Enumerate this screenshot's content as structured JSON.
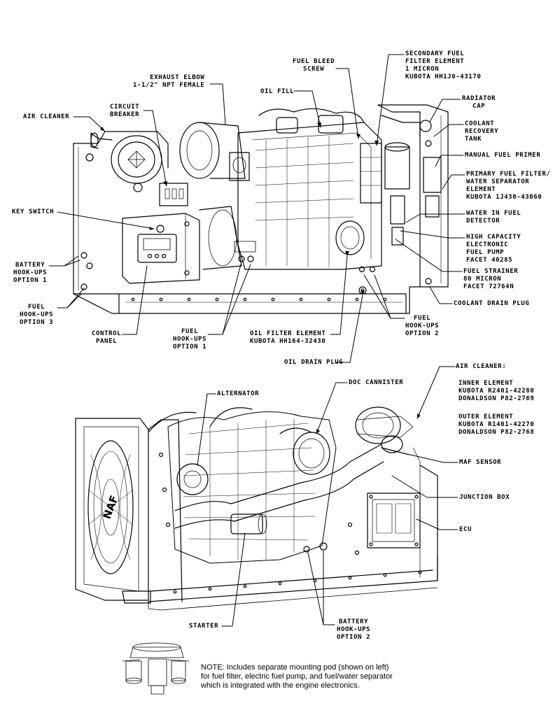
{
  "top_view": {
    "fuel_bleed_screw": [
      "FUEL BLEED",
      "SCREW"
    ],
    "secondary_fuel_filter": [
      "SECONDARY FUEL",
      "FILTER ELEMENT",
      "1 MICRON",
      "KUBOTA HH1J0-43170"
    ],
    "exhaust_elbow": [
      "EXHAUST ELBOW",
      "1-1/2\" NPT FEMALE"
    ],
    "oil_fill": [
      "OIL FILL"
    ],
    "radiator_cap": [
      "RADIATOR",
      "CAP"
    ],
    "circuit_breaker": [
      "CIRCUIT",
      "BREAKER"
    ],
    "air_cleaner": [
      "AIR CLEANER"
    ],
    "coolant_recovery_tank": [
      "COOLANT",
      "RECOVERY",
      "TANK"
    ],
    "manual_fuel_primer": [
      "MANUAL FUEL PRIMER"
    ],
    "primary_fuel_filter": [
      "PRIMARY FUEL FILTER/",
      "WATER SEPARATOR",
      "ELEMENT",
      "KUBOTA 1J430-43060"
    ],
    "key_switch": [
      "KEY SWITCH"
    ],
    "water_in_fuel_detector": [
      "WATER IN FUEL",
      "DETECTOR"
    ],
    "high_capacity_pump": [
      "HIGH CAPACITY",
      "ELECTRONIC",
      "FUEL PUMP",
      "FACET 40285"
    ],
    "battery_hookups_1": [
      "BATTERY",
      "HOOK-UPS",
      "OPTION 1"
    ],
    "fuel_strainer": [
      "FUEL STRAINER",
      "80 MICRON",
      "FACET 72764N"
    ],
    "fuel_hookups_3": [
      "FUEL",
      "HOOK-UPS",
      "OPTION 3"
    ],
    "coolant_drain_plug": [
      "COOLANT DRAIN PLUG"
    ],
    "fuel_hookups_2": [
      "FUEL",
      "HOOK-UPS",
      "OPTION 2"
    ],
    "control_panel": [
      "CONTROL",
      "PANEL"
    ],
    "fuel_hookups_1": [
      "FUEL",
      "HOOK-UPS",
      "OPTION 1"
    ],
    "oil_filter_element": [
      "OIL FILTER ELEMENT",
      "KUBOTA HH164-32430"
    ],
    "oil_drain_plug": [
      "OIL DRAIN PLUG"
    ]
  },
  "bottom_view": {
    "air_cleaner_header": [
      "AIR CLEANER:"
    ],
    "inner_element": [
      "INNER ELEMENT",
      "KUBOTA R2401-42280",
      "DONALDSON P82-2769"
    ],
    "outer_element": [
      "OUTER ELEMENT",
      "KUBOTA R1401-42270",
      "DONALDSON P82-2768"
    ],
    "alternator": [
      "ALTERNATOR"
    ],
    "doc_cannister": [
      "DOC CANNISTER"
    ],
    "maf_sensor": [
      "MAF SENSOR"
    ],
    "junction_box": [
      "JUNCTION BOX"
    ],
    "ecu": [
      "ECU"
    ],
    "starter": [
      "STARTER"
    ],
    "battery_hookups_2": [
      "BATTERY",
      "HOOK-UPS",
      "OPTION 2"
    ],
    "fan_logo": "NAF"
  },
  "note": [
    "NOTE: Includes separate mounting pod (shown on left)",
    "for fuel filter, electric fuel pump, and fuel/water separator",
    "which is integrated with the engine electronics."
  ]
}
